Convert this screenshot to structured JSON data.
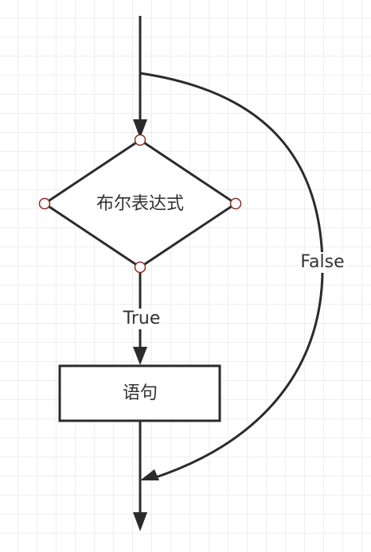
{
  "diagram": {
    "decision": {
      "text": "布尔表达式"
    },
    "statement": {
      "text": "语句"
    },
    "edges": {
      "true_label": "True",
      "false_label": "False"
    },
    "colors": {
      "line": "#2b2b2b",
      "connector_stroke": "#8b2a2a",
      "grid_minor": "#eeeeee",
      "grid_major": "#d9d9d9"
    }
  }
}
